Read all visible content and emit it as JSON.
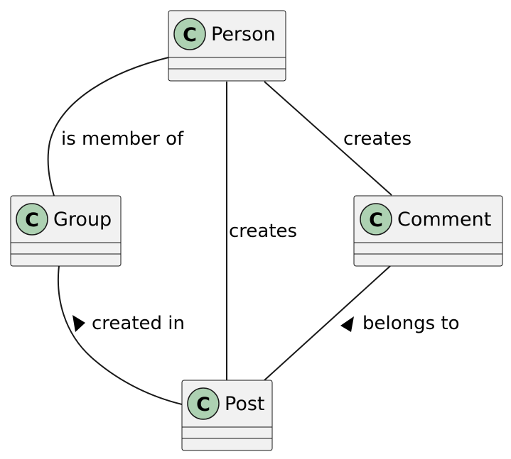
{
  "diagram": {
    "classes": [
      {
        "id": "person",
        "name": "Person",
        "stereotype": "C"
      },
      {
        "id": "group",
        "name": "Group",
        "stereotype": "C"
      },
      {
        "id": "comment",
        "name": "Comment",
        "stereotype": "C"
      },
      {
        "id": "post",
        "name": "Post",
        "stereotype": "C"
      }
    ],
    "relations": [
      {
        "from": "Person",
        "to": "Group",
        "label": "is member of"
      },
      {
        "from": "Person",
        "to": "Post",
        "label": "creates"
      },
      {
        "from": "Person",
        "to": "Comment",
        "label": "creates"
      },
      {
        "from": "Post",
        "to": "Group",
        "label": "created in",
        "direction_arrow": "left"
      },
      {
        "from": "Comment",
        "to": "Post",
        "label": "belongs to",
        "direction_arrow": "left"
      }
    ],
    "colors": {
      "class_fill": "#f1f1f1",
      "stereotype_circle": "#add1b2",
      "stroke": "#181818"
    }
  }
}
